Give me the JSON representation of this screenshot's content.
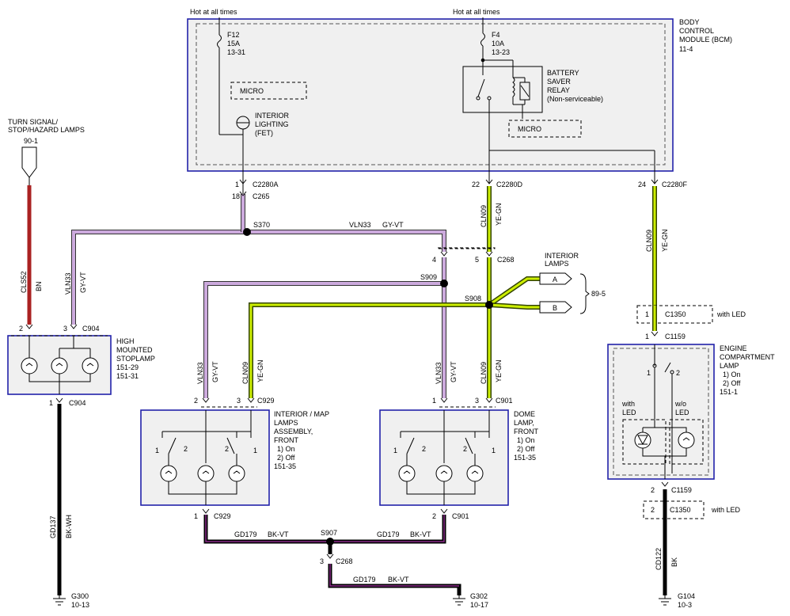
{
  "colors": {
    "module_border": "#2222aa",
    "module_fill": "#f0f0f0",
    "wire_gy_vt": "#ccaadd",
    "wire_ye_gn": "#ccee00",
    "wire_bn": "#aa2222",
    "wire_bk": "#000000"
  },
  "power": {
    "hot_left": "Hot at all times",
    "hot_right": "Hot at all times"
  },
  "bcm": {
    "title_1": "BODY",
    "title_2": "CONTROL",
    "title_3": "MODULE (BCM)",
    "ref": "11-4",
    "f12_name": "F12",
    "f12_rating": "15A",
    "f12_ref": "13-31",
    "f4_name": "F4",
    "f4_rating": "10A",
    "f4_ref": "13-23",
    "micro_left": "MICRO",
    "micro_right": "MICRO",
    "il_1": "INTERIOR",
    "il_2": "LIGHTING",
    "il_3": "(FET)",
    "relay_1": "BATTERY",
    "relay_2": "SAVER",
    "relay_3": "RELAY",
    "relay_4": "(Non-serviceable)"
  },
  "turn": {
    "line1": "TURN SIGNAL/",
    "line2": "STOP/HAZARD LAMPS",
    "ref": "90-1"
  },
  "connectors": {
    "c2280a_pin": "1",
    "c2280a": "C2280A",
    "c2280d_pin": "22",
    "c2280d": "C2280D",
    "c2280f_pin": "24",
    "c2280f": "C2280F",
    "c265_pin": "18",
    "c265": "C265",
    "s370": "S370",
    "s909": "S909",
    "s908": "S908",
    "s907": "S907",
    "c268_pin4": "4",
    "c268_pin5": "5",
    "c268": "C268",
    "c268b_pin": "3",
    "c268b": "C268",
    "c904_pin2": "2",
    "c904_pin3": "3",
    "c904": "C904",
    "c904b_pin": "1",
    "c904b": "C904",
    "c929_pin2": "2",
    "c929_pin3": "3",
    "c929": "C929",
    "c929b_pin": "1",
    "c929b": "C929",
    "c901_pin1": "1",
    "c901_pin3": "3",
    "c901": "C901",
    "c901b_pin": "2",
    "c901b": "C901",
    "c1350_pin1": "1",
    "c1350_a": "C1350",
    "c1350_led_a": "with LED",
    "c1159_pin1": "1",
    "c1159_a": "C1159",
    "c1159_pin2": "2",
    "c1159_b": "C1159",
    "c1350_pin2": "2",
    "c1350_b": "C1350",
    "c1350_led_b": "with LED"
  },
  "wires": {
    "cls52": "CLS52",
    "bn": "BN",
    "vln33_a": "VLN33",
    "gyvt_a": "GY-VT",
    "vln33_top": "VLN33",
    "gyvt_top": "GY-VT",
    "cln09_d": "CLN09",
    "yegn_d": "YE-GN",
    "cln09_f": "CLN09",
    "yegn_f": "YE-GN",
    "vln33_929": "VLN33",
    "gyvt_929": "GY-VT",
    "cln09_929": "CLN09",
    "yegn_929": "YE-GN",
    "vln33_901": "VLN33",
    "gyvt_901": "GY-VT",
    "cln09_901": "CLN09",
    "yegn_901": "YE-GN",
    "gd137": "GD137",
    "bkwh": "BK-WH",
    "gd179_a": "GD179",
    "bkvt_a": "BK-VT",
    "gd179_b": "GD179",
    "bkvt_b": "BK-VT",
    "gd179_c": "GD179",
    "bkvt_c": "BK-VT",
    "cd122": "CD122",
    "bk": "BK"
  },
  "interior_lamps": {
    "line1": "INTERIOR",
    "line2": "LAMPS",
    "a": "A",
    "b": "B",
    "ref": "89-5"
  },
  "hmsl": {
    "line1": "HIGH",
    "line2": "MOUNTED",
    "line3": "STOPLAMP",
    "ref1": "151-29",
    "ref2": "151-31"
  },
  "map_lamps": {
    "line1": "INTERIOR / MAP",
    "line2": "LAMPS",
    "line3": "ASSEMBLY,",
    "line4": "FRONT",
    "opt1": "1) On",
    "opt2": "2) Off",
    "ref": "151-35",
    "sw_l1": "1",
    "sw_l2": "2",
    "sw_r2": "2",
    "sw_r1": "1"
  },
  "dome_lamp": {
    "line1": "DOME",
    "line2": "LAMP,",
    "line3": "FRONT",
    "opt1": "1) On",
    "opt2": "2) Off",
    "ref": "151-35",
    "sw_l1": "1",
    "sw_l2": "2",
    "sw_r2": "2",
    "sw_r1": "1"
  },
  "engine_lamp": {
    "line1": "ENGINE",
    "line2": "COMPARTMENT",
    "line3": "LAMP",
    "opt1": "1) On",
    "opt2": "2) Off",
    "ref": "151-1",
    "sw1": "1",
    "sw2": "2",
    "with_1": "with",
    "with_2": "LED",
    "wo_1": "w/o",
    "wo_2": "LED"
  },
  "grounds": {
    "g300": "G300",
    "g300_ref": "10-13",
    "g302": "G302",
    "g302_ref": "10-17",
    "g104": "G104",
    "g104_ref": "10-3"
  }
}
